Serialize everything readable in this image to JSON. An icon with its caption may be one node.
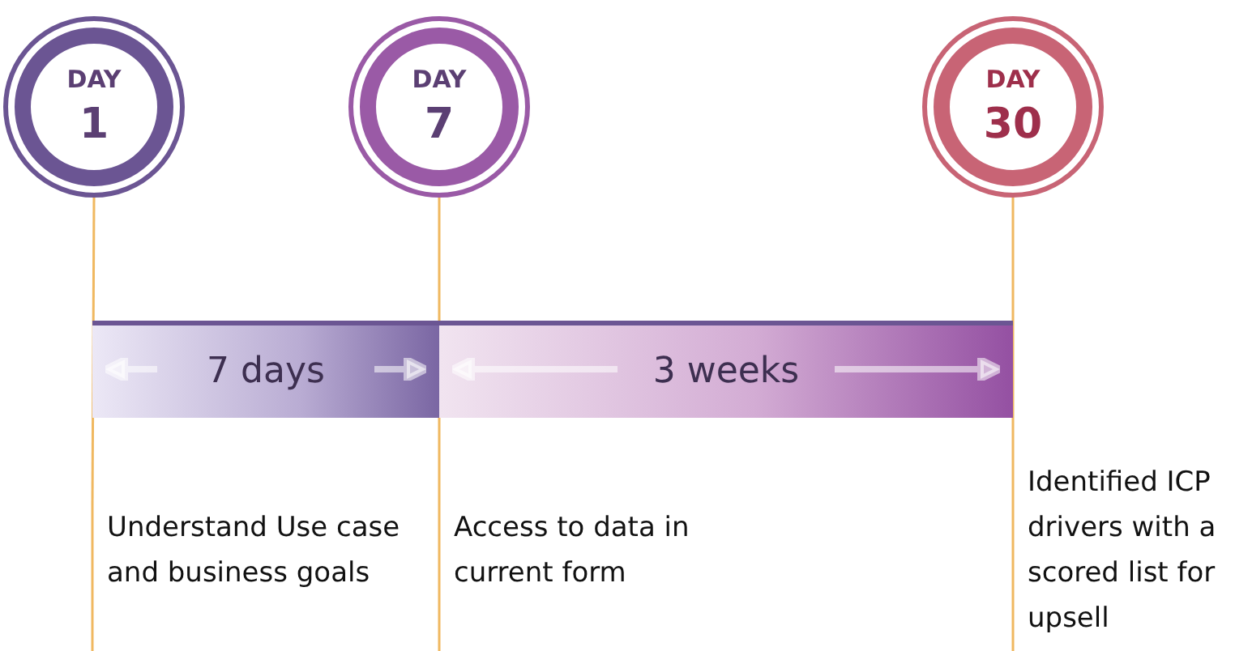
{
  "diagram": {
    "nodes": [
      {
        "text": [
          "DAY",
          "1"
        ]
      },
      {
        "text": [
          "DAY",
          "7"
        ]
      },
      {
        "text": [
          "DAY",
          "30"
        ]
      },
      {
        "text": [
          "7 days"
        ]
      },
      {
        "text": [
          "3 weeks"
        ]
      },
      {
        "text": [
          "Understand Use case and business goals"
        ]
      },
      {
        "text": [
          "Access to data in current form"
        ]
      },
      {
        "text": [
          "Identified ICP drivers with a scored list for upsell"
        ]
      }
    ],
    "edges": [
      {
        "from": 0,
        "to": 5,
        "arrow": "none"
      },
      {
        "from": 1,
        "to": 6,
        "arrow": "none"
      },
      {
        "from": 2,
        "to": 7,
        "arrow": "none"
      }
    ]
  }
}
